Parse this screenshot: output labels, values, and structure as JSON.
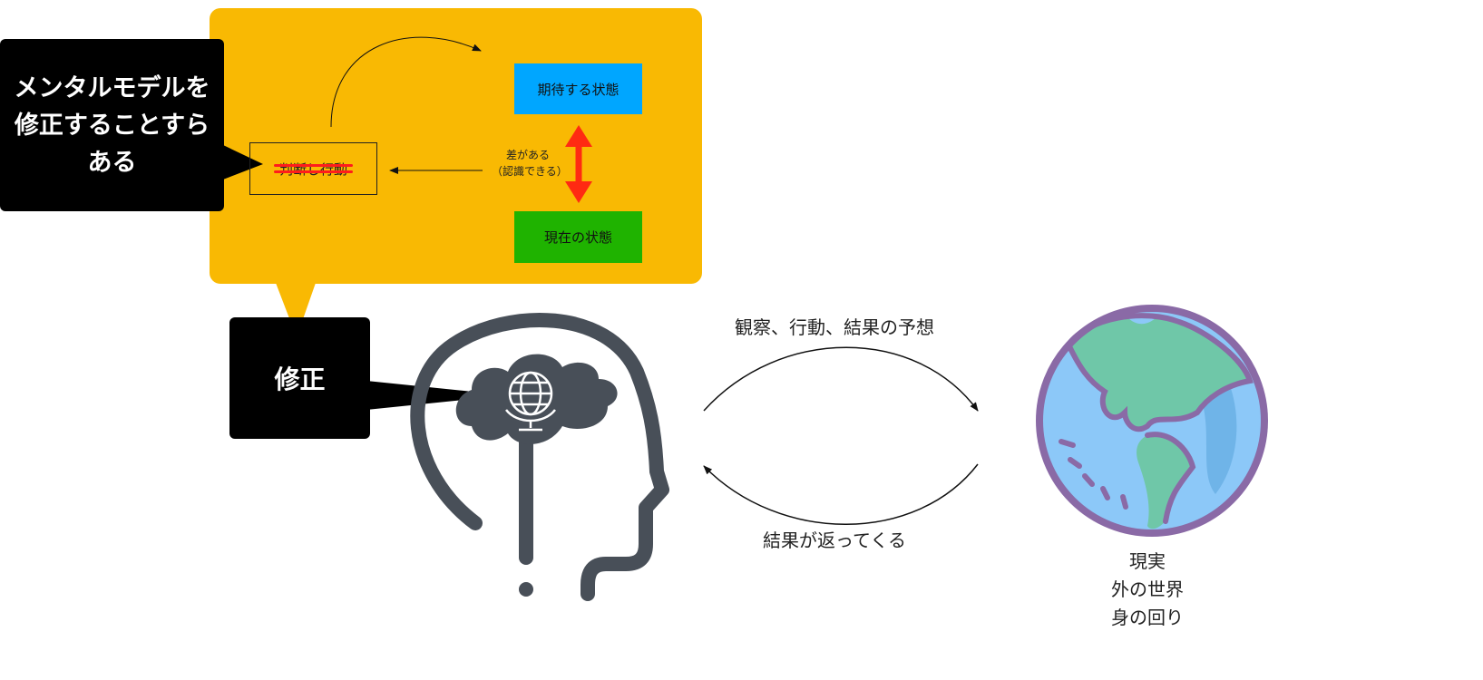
{
  "panel": {
    "expected_state": "期待する状態",
    "current_state": "現在の状態",
    "judge_act": "判断し行動",
    "difference_line1": "差がある",
    "difference_line2": "（認識できる）"
  },
  "callouts": {
    "mental_model_lines": [
      "メンタルモデルを",
      "修正することすら",
      "ある"
    ],
    "correction": "修正"
  },
  "arrows": {
    "top_label": "観察、行動、結果の予想",
    "bottom_label": "結果が返ってくる"
  },
  "reality": {
    "lines": [
      "現実",
      "外の世界",
      "身の回り"
    ]
  },
  "colors": {
    "panel": "#f9b903",
    "expected": "#00a6ff",
    "current": "#1fb300",
    "strike": "#ff1c1c",
    "head": "#484f58",
    "earth_ocean": "#8cc8f8",
    "earth_land": "#6fc7a8",
    "earth_outline": "#8a6aa6"
  }
}
